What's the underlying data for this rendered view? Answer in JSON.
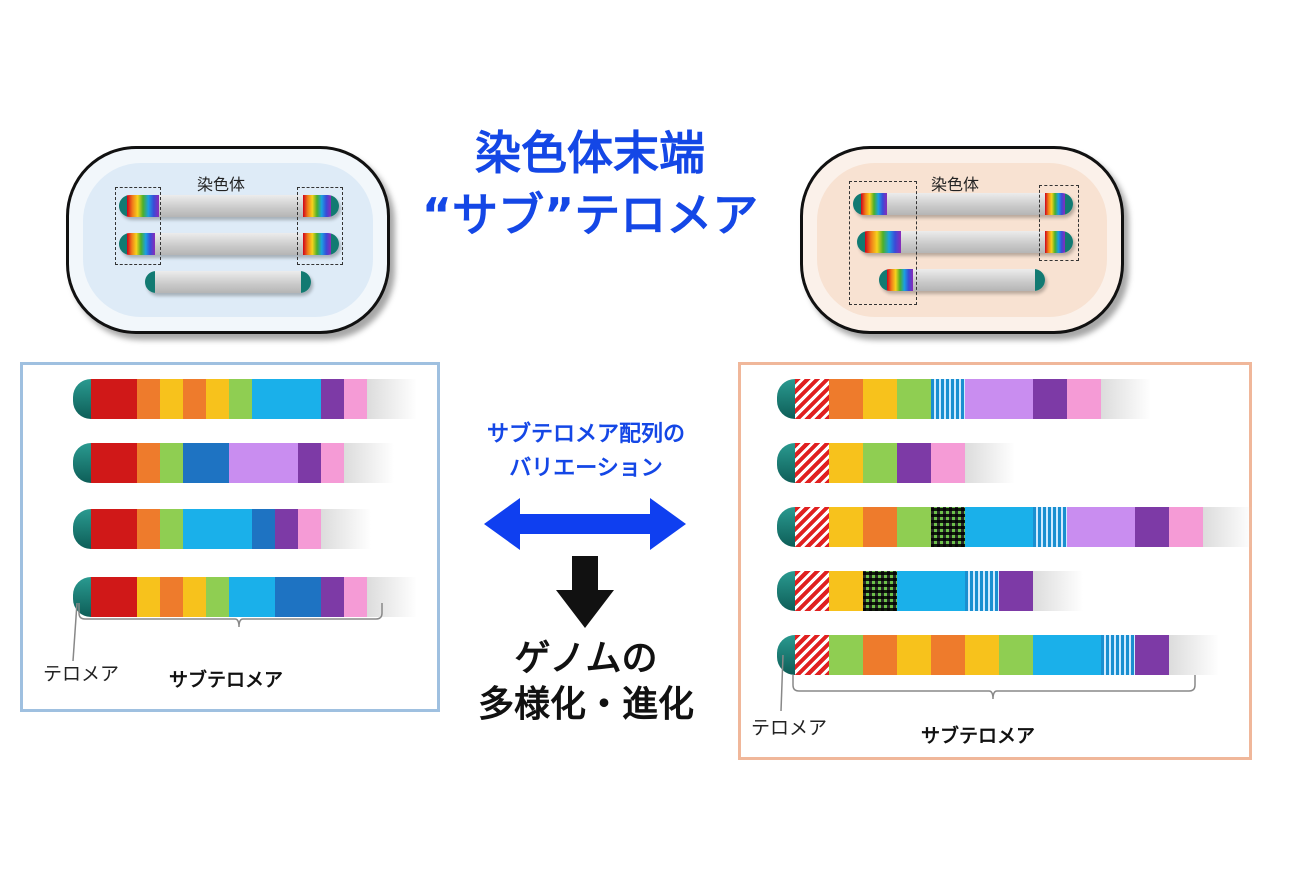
{
  "title": {
    "line1": "染色体末端",
    "line2": "“サブ”テロメア"
  },
  "cell_left": {
    "label": "染色体"
  },
  "cell_right": {
    "label": "染色体"
  },
  "middle": {
    "variation_line1": "サブテロメア配列の",
    "variation_line2": "バリエーション",
    "result_line1": "ゲノムの",
    "result_line2": "多様化・進化"
  },
  "left_panel": {
    "telomere_label": "テロメア",
    "subtelomere_label": "サブテロメア",
    "bars": [
      [
        "#d01818",
        "#d01818",
        "#ee7b2c",
        "#f7c21c",
        "#ee7b2c",
        "#f7c21c",
        "#8fce52",
        "#1ab0ea",
        "#1ab0ea",
        "#1ab0ea",
        "#7d3aa6",
        "#f59bd6"
      ],
      [
        "#d01818",
        "#d01818",
        "#ee7b2c",
        "#8fce52",
        "#1e73c2",
        "#1e73c2",
        "#c98df0",
        "#c98df0",
        "#c98df0",
        "#7d3aa6",
        "#f59bd6"
      ],
      [
        "#d01818",
        "#d01818",
        "#ee7b2c",
        "#8fce52",
        "#1ab0ea",
        "#1ab0ea",
        "#1ab0ea",
        "#1e73c2",
        "#7d3aa6",
        "#f59bd6"
      ],
      [
        "#d01818",
        "#d01818",
        "#f7c21c",
        "#ee7b2c",
        "#f7c21c",
        "#8fce52",
        "#1ab0ea",
        "#1ab0ea",
        "#1e73c2",
        "#1e73c2",
        "#7d3aa6",
        "#f59bd6"
      ]
    ]
  },
  "right_panel": {
    "telomere_label": "テロメア",
    "subtelomere_label": "サブテロメア",
    "bars": [
      [
        "hatch",
        "#ee7b2c",
        "#f7c21c",
        "#8fce52",
        "stripe",
        "#c98df0",
        "#c98df0",
        "#7d3aa6",
        "#f59bd6"
      ],
      [
        "hatch",
        "#f7c21c",
        "#8fce52",
        "#7d3aa6",
        "#f59bd6"
      ],
      [
        "hatch",
        "#f7c21c",
        "#ee7b2c",
        "#8fce52",
        "check",
        "#1ab0ea",
        "#1ab0ea",
        "stripe",
        "#c98df0",
        "#c98df0",
        "#7d3aa6",
        "#f59bd6"
      ],
      [
        "hatch",
        "#f7c21c",
        "check",
        "#1ab0ea",
        "#1ab0ea",
        "stripe",
        "#7d3aa6"
      ],
      [
        "hatch",
        "#8fce52",
        "#ee7b2c",
        "#f7c21c",
        "#ee7b2c",
        "#f7c21c",
        "#8fce52",
        "#1ab0ea",
        "#1ab0ea",
        "stripe",
        "#7d3aa6"
      ]
    ]
  },
  "colors": {
    "title_blue": "#1447e6",
    "left_border": "#9fc0e0",
    "right_border": "#f0b79a",
    "arrow_blue": "#0f3ff0",
    "teal": "#127a72"
  }
}
